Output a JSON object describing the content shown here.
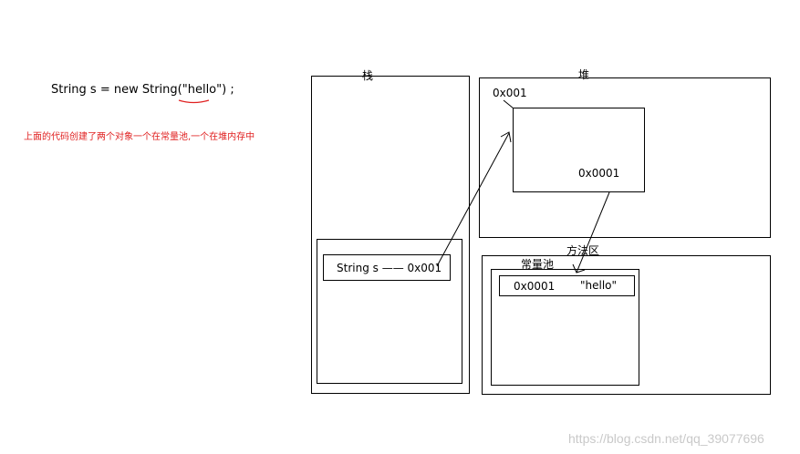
{
  "code": {
    "prefix": "String s = new String(\"",
    "highlight": "hello",
    "suffix": "\") ;"
  },
  "note": "上面的代码创建了两个对象一个在常量池,一个在堆内存中",
  "stack": {
    "title": "栈",
    "frame_text": "String s —— 0x001"
  },
  "heap": {
    "title": "堆",
    "object_address": "0x001",
    "inner_ref": "0x0001"
  },
  "method_area": {
    "title": "方法区",
    "pool_title": "常量池",
    "pool_address": "0x0001",
    "pool_value": "\"hello\""
  },
  "watermark": "https://blog.csdn.net/qq_39077696",
  "colors": {
    "line": "#000000",
    "note": "#e02020",
    "underline": "#e02020",
    "watermark": "#c9c9c9"
  }
}
